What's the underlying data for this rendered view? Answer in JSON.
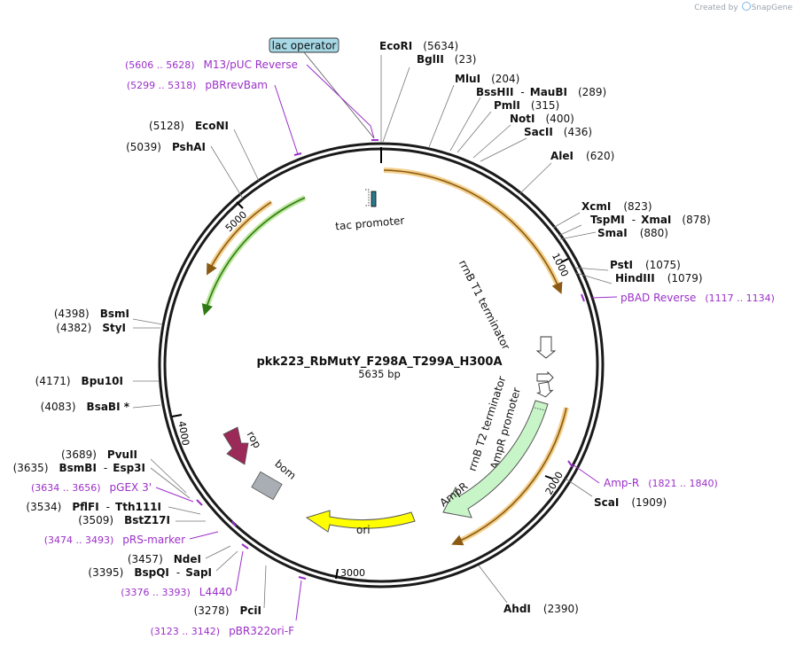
{
  "credit": {
    "created_by": "Created by",
    "brand": "SnapGene"
  },
  "plasmid": {
    "name": "pkk223_RbMutY_F298A_T299A_H300A",
    "length_label": "5635 bp"
  },
  "ticks": [
    "1000",
    "2000",
    "3000",
    "4000",
    "5000"
  ],
  "sites_right": [
    {
      "name": "EcoRI",
      "pos": "(5634)"
    },
    {
      "name": "BglII",
      "pos": "(23)"
    },
    {
      "name": "MluI",
      "pos": "(204)"
    },
    {
      "name": "BssHII",
      "name2": "MauBI",
      "pos": "(289)"
    },
    {
      "name": "PmlI",
      "pos": "(315)"
    },
    {
      "name": "NotI",
      "pos": "(400)"
    },
    {
      "name": "SacII",
      "pos": "(436)"
    },
    {
      "name": "AleI",
      "pos": "(620)"
    },
    {
      "name": "XcmI",
      "pos": "(823)"
    },
    {
      "name": "TspMI",
      "name2": "XmaI",
      "pos": "(878)"
    },
    {
      "name": "SmaI",
      "pos": "(880)"
    },
    {
      "name": "PstI",
      "pos": "(1075)"
    },
    {
      "name": "HindIII",
      "pos": "(1079)"
    },
    {
      "name": "ScaI",
      "pos": "(1909)"
    },
    {
      "name": "AhdI",
      "pos": "(2390)"
    }
  ],
  "sites_left": [
    {
      "name": "EcoNI",
      "pos": "(5128)"
    },
    {
      "name": "PshAI",
      "pos": "(5039)"
    },
    {
      "name": "BsmI",
      "pos": "(4398)"
    },
    {
      "name": "StyI",
      "pos": "(4382)"
    },
    {
      "name": "Bpu10I",
      "pos": "(4171)"
    },
    {
      "name": "BsaBI *",
      "pos": "(4083)"
    },
    {
      "name": "PvuII",
      "pos": "(3689)"
    },
    {
      "name": "BsmBI",
      "name2": "Esp3I",
      "pos": "(3635)"
    },
    {
      "name": "PflFI",
      "name2": "Tth111I",
      "pos": "(3534)"
    },
    {
      "name": "BstZ17I",
      "pos": "(3509)"
    },
    {
      "name": "NdeI",
      "pos": "(3457)"
    },
    {
      "name": "BspQI",
      "name2": "SapI",
      "pos": "(3395)"
    },
    {
      "name": "PciI",
      "pos": "(3278)"
    }
  ],
  "primers": [
    {
      "name": "M13/pUC Reverse",
      "range": "(5606 .. 5628)"
    },
    {
      "name": "pBRrevBam",
      "range": "(5299 .. 5318)"
    },
    {
      "name": "pBAD Reverse",
      "range": "(1117 .. 1134)"
    },
    {
      "name": "Amp-R",
      "range": "(1821 .. 1840)"
    },
    {
      "name": "pGEX 3'",
      "range": "(3634 .. 3656)"
    },
    {
      "name": "pRS-marker",
      "range": "(3474 .. 3493)"
    },
    {
      "name": "L4440",
      "range": "(3376 .. 3393)"
    },
    {
      "name": "pBR322ori-F",
      "range": "(3123 .. 3142)"
    }
  ],
  "features": {
    "lac_operator": "lac operator",
    "tac_promoter": "tac promoter",
    "rrnb_t1": "rrnB T1 terminator",
    "rrnb_t2": "rrnB T2 terminator",
    "ampr_promoter": "AmpR promoter",
    "ampr": "AmpR",
    "ori": "ori",
    "rop": "rop",
    "bom": "bom"
  },
  "colors": {
    "primer": "#9b30c8",
    "orf_orange": "#e6a43c",
    "orf_green": "#7ec850",
    "ampr_fill": "#c8f5c8",
    "ori_fill": "#ffff00",
    "rop_fill": "#9b2a58",
    "bom_fill": "#a8aeb4",
    "lac_fill": "#a6d8e6"
  }
}
